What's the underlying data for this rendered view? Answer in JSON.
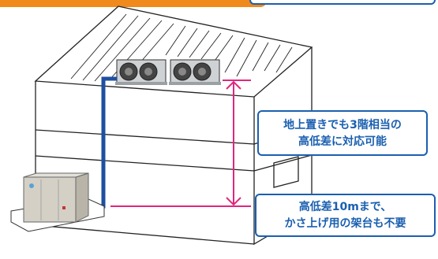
{
  "callouts": {
    "top": {
      "line1": "地上置きでも3階相当の",
      "line2": "高低差に対応可能"
    },
    "bottom": {
      "line1": "高低差10mまで、",
      "line2": "かさ上げ用の架台も不要"
    }
  },
  "colors": {
    "accent_orange": "#f08a1c",
    "callout_blue": "#1a5fb0",
    "pipe_blue": "#1f4fa0",
    "height_arrow": "#e0267c",
    "outline": "#222222"
  }
}
